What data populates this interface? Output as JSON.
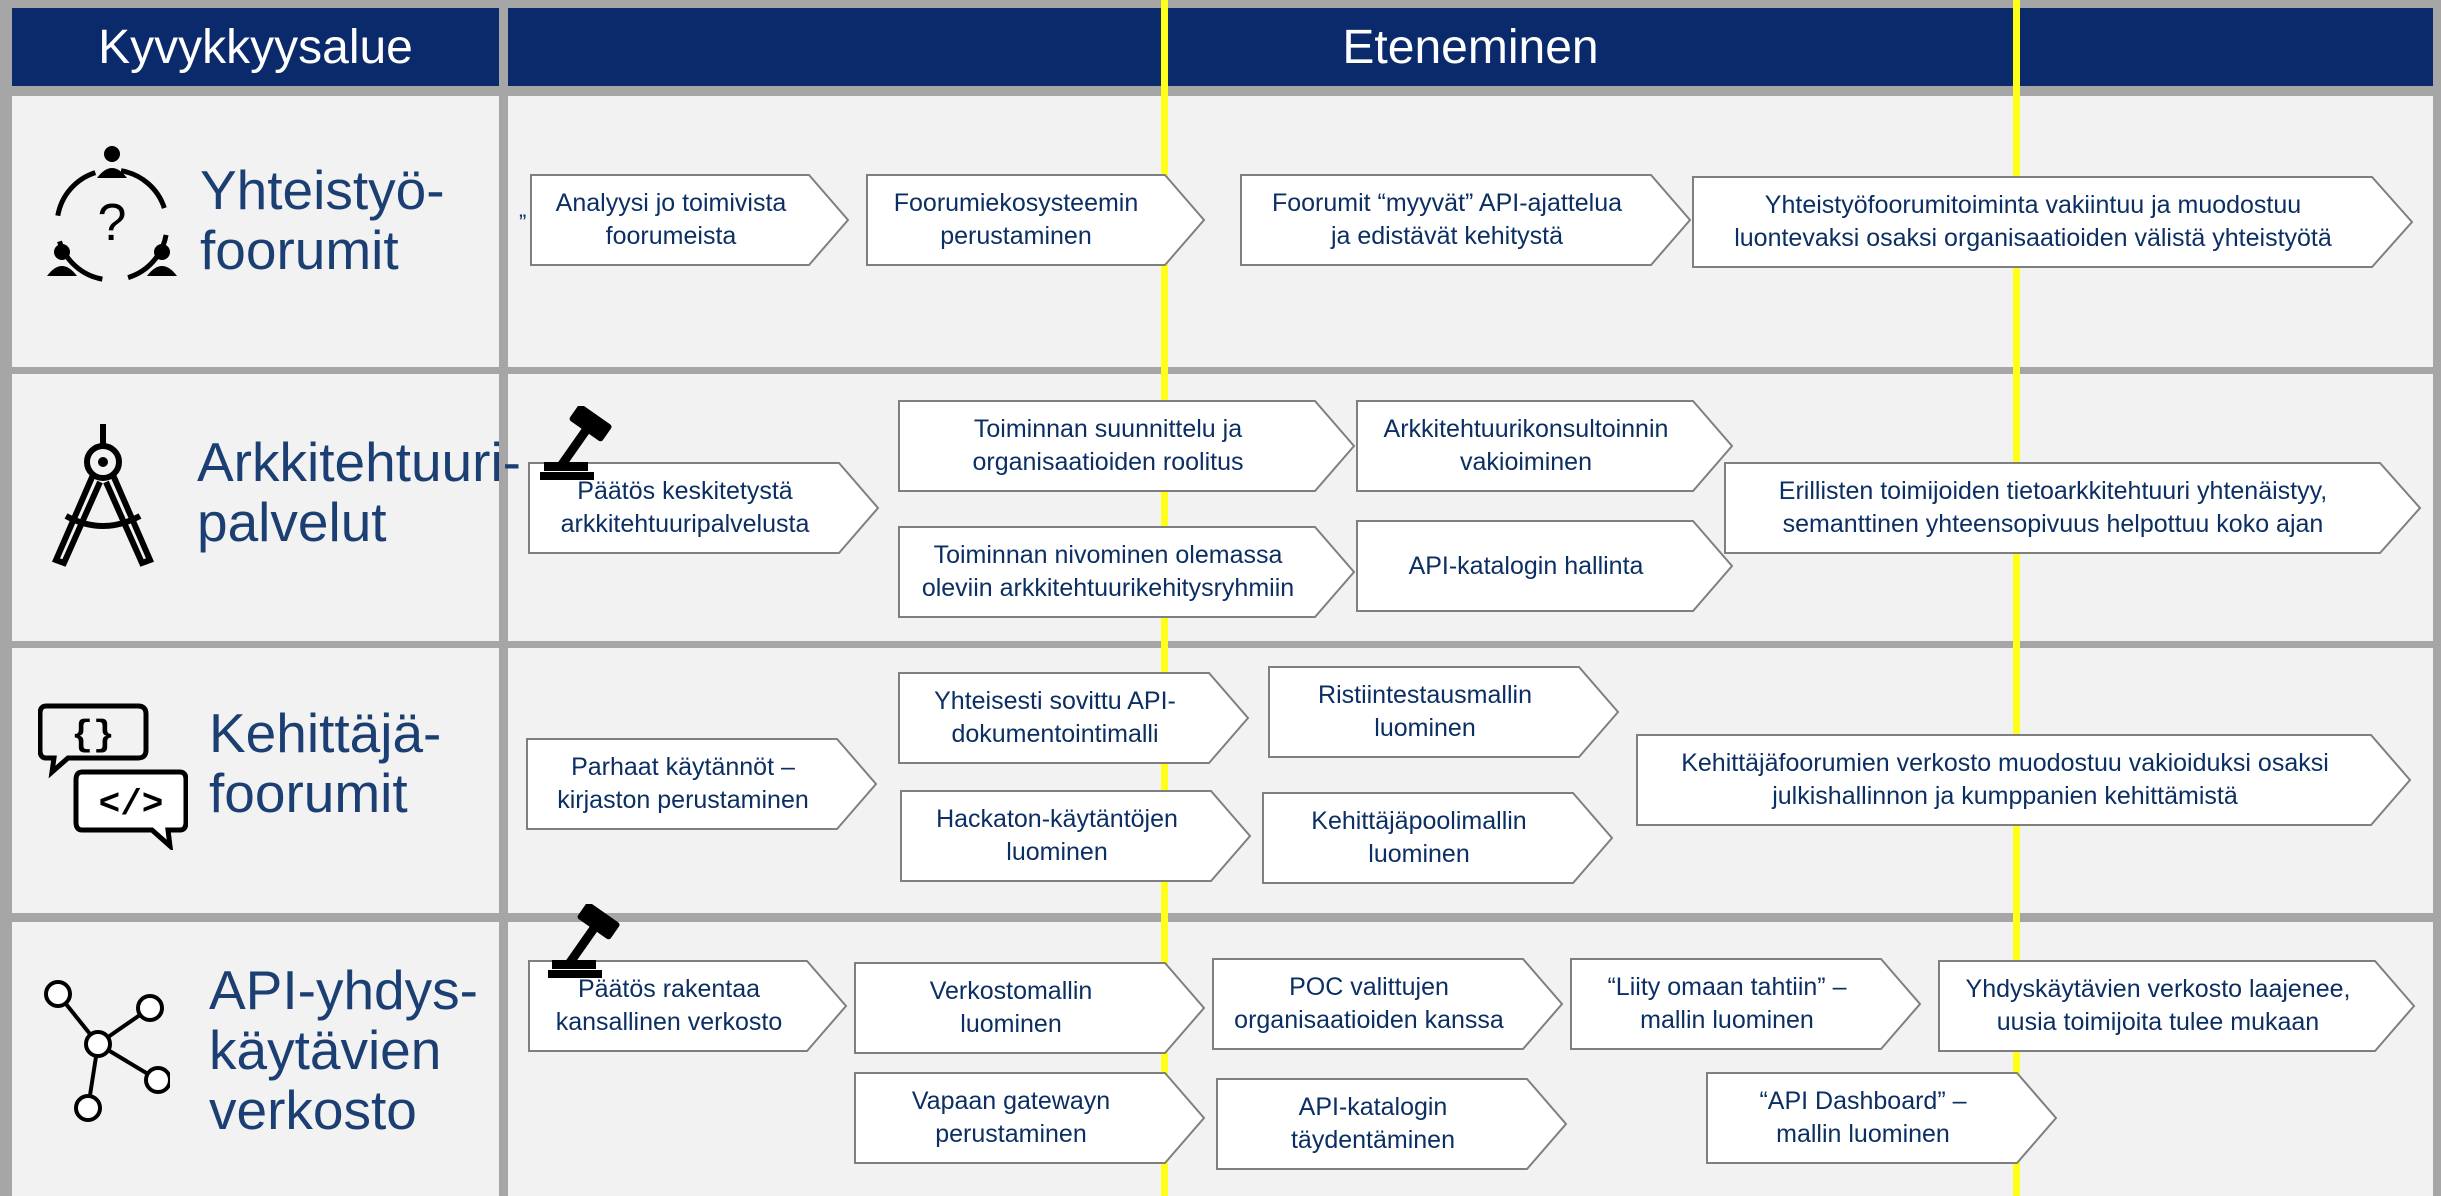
{
  "header": {
    "left_title": "Kyvykkyysalue",
    "right_title": "Eteneminen"
  },
  "colors": {
    "header_bg": "#0b2a6b",
    "caption_text": "#1b3f73",
    "box_text": "#0b2e63",
    "milestone_line": "#ffff1a",
    "cell_bg": "#f2f2f2",
    "grid": "#a6a6a6"
  },
  "rows": [
    {
      "icon": "forum-people-question-icon",
      "caption": "Yhteistyö-\nfoorumit",
      "stray_mark": "”",
      "boxes": [
        "Analyysi jo toimivista\nfoorumeista",
        "Foorumiekosysteemin\nperustaminen",
        "Foorumit “myyvät” API-ajattelua\nja edistävät kehitystä",
        "Yhteistyöfoorumitoiminta vakiintuu ja muodostuu\nluontevaksi osaksi organisaatioiden välistä yhteistyötä"
      ]
    },
    {
      "icon": "compass-drafting-icon",
      "caption": "Arkkitehtuuri-\npalvelut",
      "boxes": [
        "Päätös keskitetystä\narkkitehtuuripalvelusta",
        "Toiminnan suunnittelu ja\norganisaatioiden roolitus",
        "Arkkitehtuurikonsultoinnin\nvakioiminen",
        "Toiminnan nivominen olemassa\noleviin arkkitehtuurikehitysryhmiin",
        "API-katalogin hallinta",
        "Erillisten toimijoiden tietoarkkitehtuuri yhtenäistyy,\nsemanttinen yhteensopivuus helpottuu koko ajan"
      ]
    },
    {
      "icon": "code-chat-bubbles-icon",
      "caption": "Kehittäjä-\nfoorumit",
      "boxes": [
        "Parhaat käytännöt –\nkirjaston perustaminen",
        "Yhteisesti sovittu API-\ndokumentointimalli",
        "Ristiintestausmallin\nluominen",
        "Hackaton-käytäntöjen\nluominen",
        "Kehittäjäpoolimallin\nluominen",
        "Kehittäjäfoorumien verkosto muodostuu vakioiduksi osaksi\njulkishallinnon ja kumppanien kehittämistä"
      ]
    },
    {
      "icon": "network-nodes-icon",
      "caption": "API-yhdys-\nkäytävien\nverkosto",
      "boxes": [
        "Päätös rakentaa\nkansallinen verkosto",
        "Verkostomallin\nluominen",
        "POC valittujen\norganisaatioiden kanssa",
        "“Liity omaan tahtiin” –\nmallin luominen",
        "Yhdyskäytävien verkosto laajenee,\nuusia toimijoita tulee mukaan",
        "Vapaan gatewayn\nperustaminen",
        "API-katalogin\ntäydentäminen",
        "“API Dashboard” –\nmallin luominen"
      ]
    }
  ]
}
